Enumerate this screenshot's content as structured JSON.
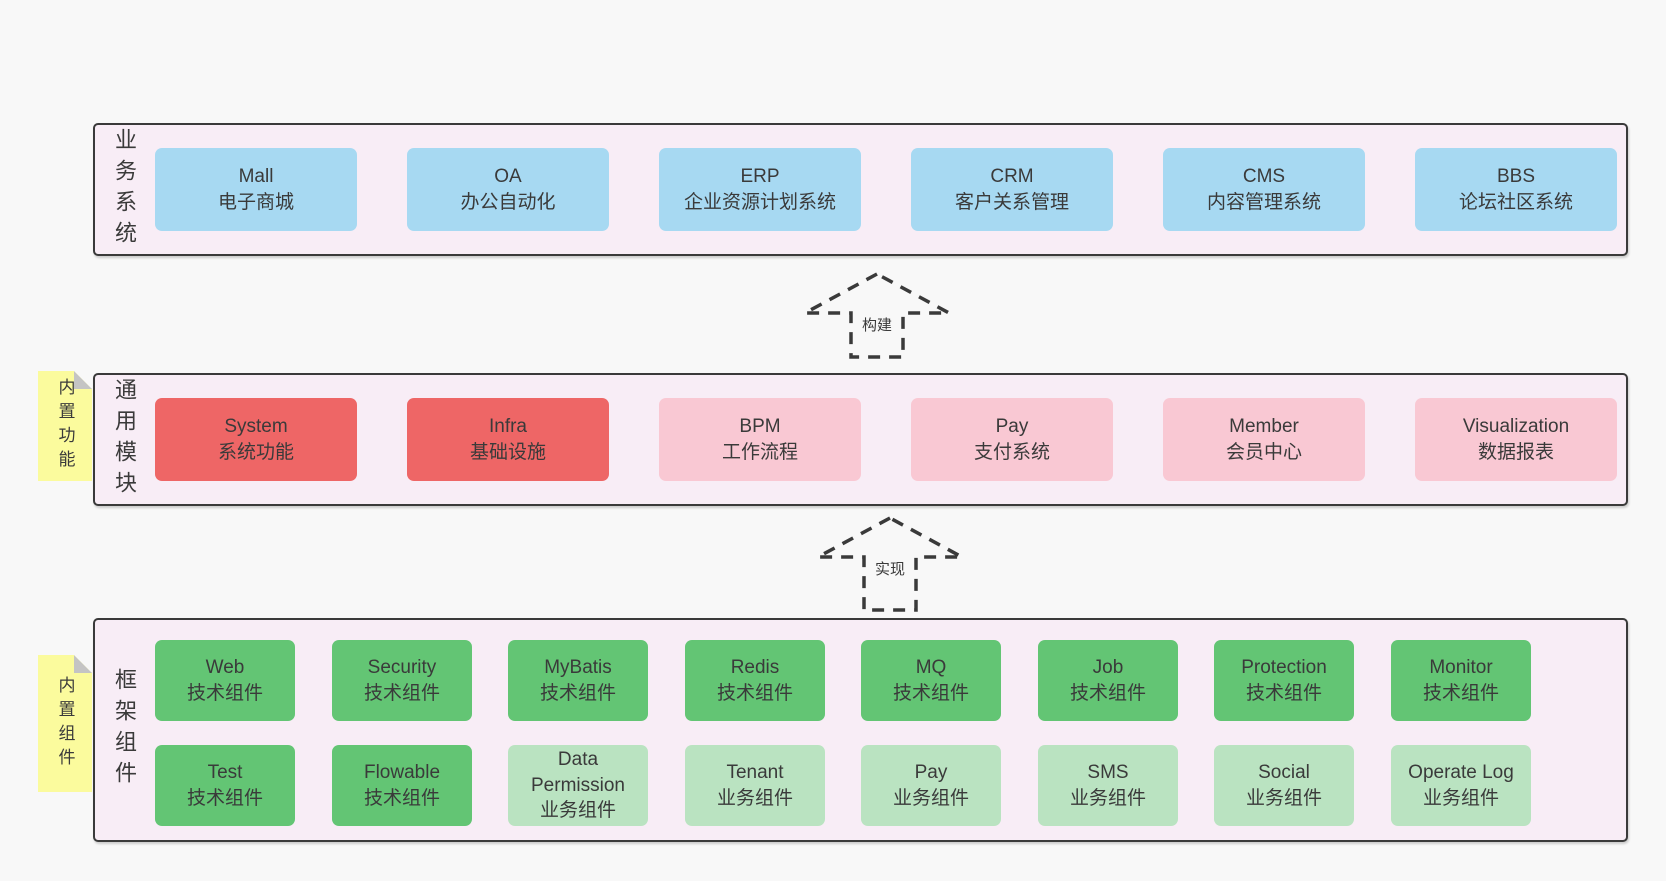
{
  "colors": {
    "page": "#f8f8f8",
    "panel": "#f8edf6",
    "line": "#3a3a3a",
    "text": "#3a3a3a",
    "blue": "#a7d9f2",
    "red": "#ee6666",
    "pink": "#f9c8d3",
    "green": "#63c574",
    "lightgreen": "#bae3c1",
    "note": "#fbfb9d",
    "fold": "#c4c4c4"
  },
  "layers": [
    {
      "id": "business-systems",
      "label": "业务系统",
      "boxes": [
        {
          "title": "Mall",
          "subtitle": "电子商城"
        },
        {
          "title": "OA",
          "subtitle": "办公自动化"
        },
        {
          "title": "ERP",
          "subtitle": "企业资源计划系统"
        },
        {
          "title": "CRM",
          "subtitle": "客户关系管理"
        },
        {
          "title": "CMS",
          "subtitle": "内容管理系统"
        },
        {
          "title": "BBS",
          "subtitle": "论坛社区系统"
        }
      ]
    },
    {
      "id": "common-modules",
      "label": "通用模块",
      "note": "内置功能",
      "boxes": [
        {
          "title": "System",
          "subtitle": "系统功能"
        },
        {
          "title": "Infra",
          "subtitle": "基础设施"
        },
        {
          "title": "BPM",
          "subtitle": "工作流程"
        },
        {
          "title": "Pay",
          "subtitle": "支付系统"
        },
        {
          "title": "Member",
          "subtitle": "会员中心"
        },
        {
          "title": "Visualization",
          "subtitle": "数据报表"
        }
      ]
    },
    {
      "id": "framework-components",
      "label": "框架组件",
      "note": "内置组件",
      "rows": [
        [
          {
            "title": "Web",
            "subtitle": "技术组件"
          },
          {
            "title": "Security",
            "subtitle": "技术组件"
          },
          {
            "title": "MyBatis",
            "subtitle": "技术组件"
          },
          {
            "title": "Redis",
            "subtitle": "技术组件"
          },
          {
            "title": "MQ",
            "subtitle": "技术组件"
          },
          {
            "title": "Job",
            "subtitle": "技术组件"
          },
          {
            "title": "Protection",
            "subtitle": "技术组件"
          },
          {
            "title": "Monitor",
            "subtitle": "技术组件"
          }
        ],
        [
          {
            "title": "Test",
            "subtitle": "技术组件"
          },
          {
            "title": "Flowable",
            "subtitle": "技术组件"
          },
          {
            "title": "Data Permission",
            "subtitle": "业务组件"
          },
          {
            "title": "Tenant",
            "subtitle": "业务组件"
          },
          {
            "title": "Pay",
            "subtitle": "业务组件"
          },
          {
            "title": "SMS",
            "subtitle": "业务组件"
          },
          {
            "title": "Social",
            "subtitle": "业务组件"
          },
          {
            "title": "Operate Log",
            "subtitle": "业务组件"
          }
        ]
      ]
    }
  ],
  "arrows": [
    {
      "label": "构建"
    },
    {
      "label": "实现"
    }
  ]
}
